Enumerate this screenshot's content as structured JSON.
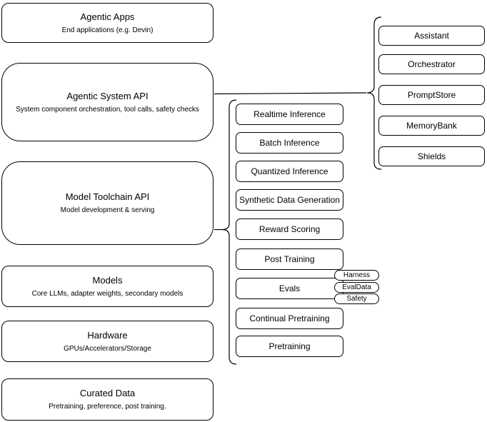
{
  "diagram": {
    "title": "Agentic system architecture diagram",
    "left_column": [
      {
        "title": "Agentic Apps",
        "subtitle": "End applications (e.g. Devin)"
      },
      {
        "title": "Agentic System API",
        "subtitle": "System component orchestration, tool calls, safety checks"
      },
      {
        "title": "Model Toolchain API",
        "subtitle": "Model development & serving"
      },
      {
        "title": "Models",
        "subtitle": "Core LLMs, adapter weights, secondary models"
      },
      {
        "title": "Hardware",
        "subtitle": "GPUs/Accelerators/Storage"
      },
      {
        "title": "Curated Data",
        "subtitle": "Pretraining, preference, post training."
      }
    ],
    "toolchain_group": [
      "Realtime Inference",
      "Batch Inference",
      "Quantized Inference",
      "Synthetic Data Generation",
      "Reward Scoring",
      "Post Training",
      "Evals",
      "Continual Pretraining",
      "Pretraining"
    ],
    "evals_tags": [
      "Harness",
      "EvalData",
      "Safety"
    ],
    "system_group": [
      "Assistant",
      "Orchestrator",
      "PromptStore",
      "MemoryBank",
      "Shields"
    ],
    "colors": {
      "background": "#ffffff",
      "node_fill": "#ffffff",
      "stroke": "#000000",
      "text": "#000000"
    }
  }
}
